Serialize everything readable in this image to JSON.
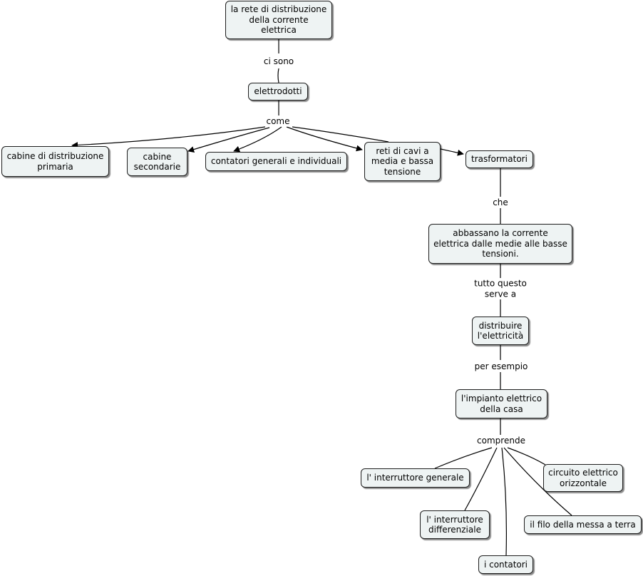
{
  "nodes": {
    "root": "la rete di distribuzione\ndella corrente\nelettrica",
    "elettrodotti": "elettrodotti",
    "cabine_primaria": "cabine di distribuzione\nprimaria",
    "cabine_secondarie": "cabine\nsecondarie",
    "contatori_gen": "contatori generali e individuali",
    "reti_cavi": "reti di cavi a\nmedia e bassa\ntensione",
    "trasformatori": "trasformatori",
    "abbassano": "abbassano la corrente\nelettrica dalle medie alle basse\ntensioni.",
    "distribuire": "distribuire\nl'elettricità",
    "impianto": "l'impianto elettrico\ndella casa",
    "interruttore_gen": "l' interruttore generale",
    "circuito": "circuito elettrico\norizzontale",
    "interruttore_diff": "l' interruttore\ndifferenziale",
    "filo_terra": "il filo della messa a terra",
    "contatori": "i contatori"
  },
  "links": {
    "ci_sono": "ci sono",
    "come": "come",
    "che": "che",
    "tutto_questo": "tutto questo\nserve a",
    "per_esempio": "per esempio",
    "comprende": "comprende"
  },
  "colors": {
    "node_fill": "#eef3f3",
    "border": "#1e1e1e",
    "line": "#000000"
  }
}
